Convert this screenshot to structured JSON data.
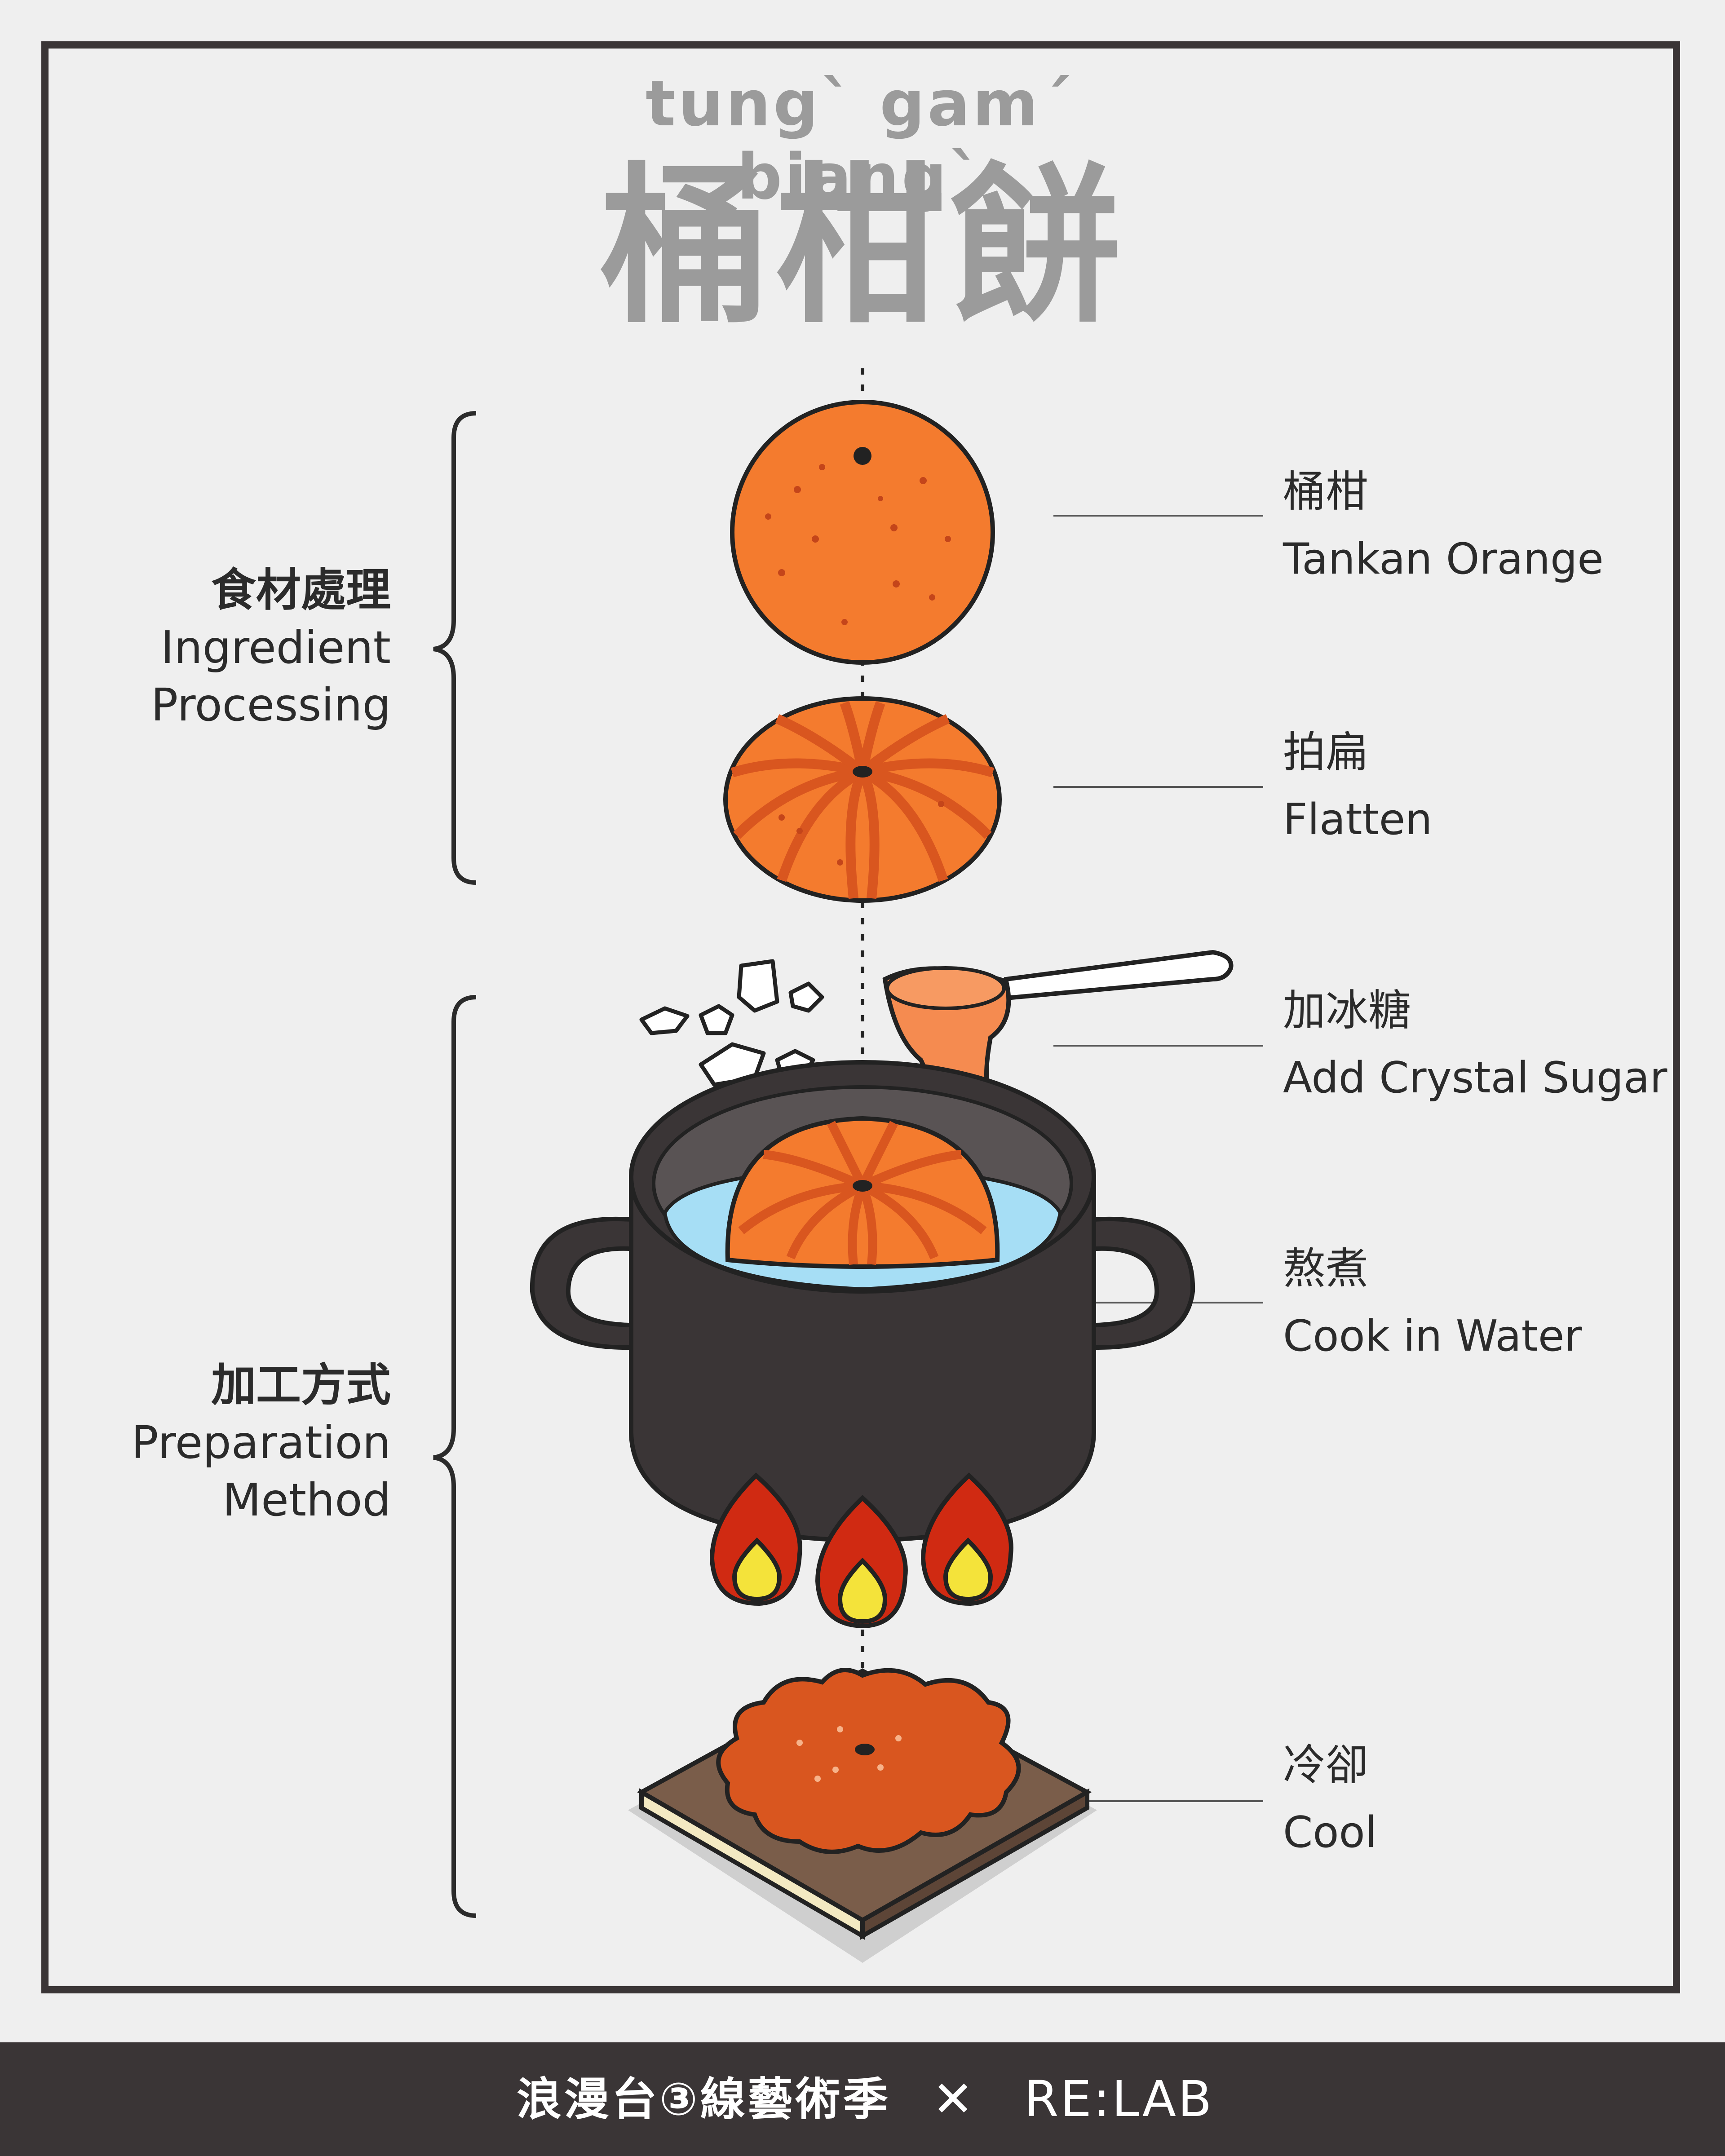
{
  "header": {
    "romanization": "tung` gam´ biang`",
    "title": "桶柑餅"
  },
  "sections": [
    {
      "zh": "食材處理",
      "en_line1": "Ingredient",
      "en_line2": "Processing"
    },
    {
      "zh": "加工方式",
      "en_line1": "Preparation",
      "en_line2": "Method"
    }
  ],
  "steps": [
    {
      "zh": "桶柑",
      "en": "Tankan Orange"
    },
    {
      "zh": "拍扁",
      "en": "Flatten"
    },
    {
      "zh": "加冰糖",
      "en": "Add Crystal Sugar"
    },
    {
      "zh": "熬煮",
      "en": "Cook in Water"
    },
    {
      "zh": "冷卻",
      "en": "Cool"
    }
  ],
  "footer": {
    "festival": "浪漫台③線藝術季",
    "separator": "✕",
    "partner": "RE:LAB"
  },
  "colors": {
    "background": "#efefef",
    "frame": "#3a3536",
    "title_gray": "#9b9b9b",
    "orange": "#f47b2e",
    "orange_dark": "#d9561f",
    "pot": "#3a3536",
    "water": "#a6def5",
    "flame_red": "#d02a12",
    "flame_yellow": "#f4e33a",
    "board": "#7a5d4a"
  }
}
